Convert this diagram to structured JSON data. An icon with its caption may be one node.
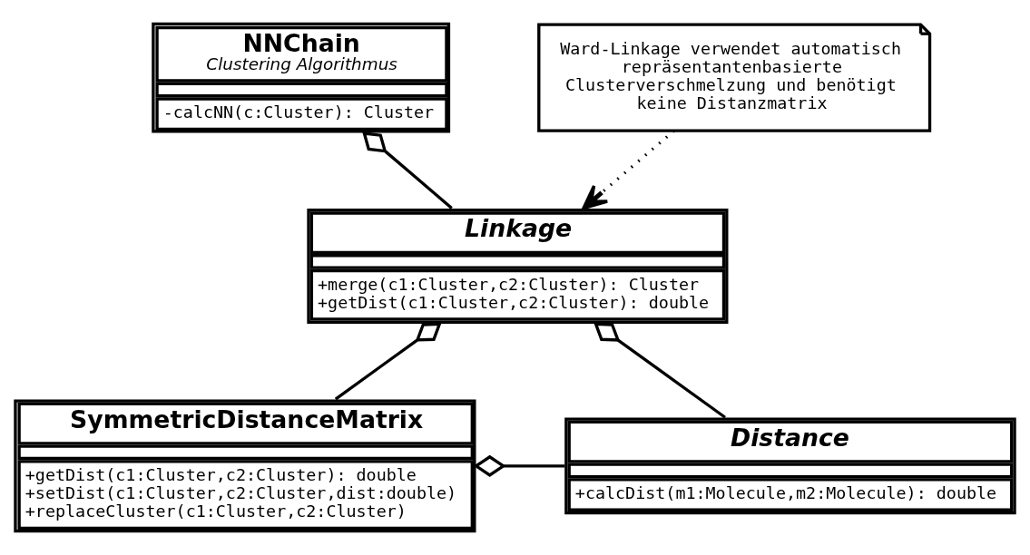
{
  "diagram": {
    "nodes": [
      {
        "text": [
          "NNChain",
          "Clustering Algorithmus",
          "-calcNN(c:Cluster): Cluster"
        ]
      },
      {
        "text": [
          "Ward-Linkage verwendet automatisch repräsentantenbasierte Clusterverschmelzung und benötigt keine Distanzmatrix"
        ]
      },
      {
        "text": [
          "Linkage",
          "+merge(c1:Cluster,c2:Cluster): Cluster",
          "+getDist(c1:Cluster,c2:Cluster): double"
        ]
      },
      {
        "text": [
          "SymmetricDistanceMatrix",
          "+getDist(c1:Cluster,c2:Cluster): double",
          "+setDist(c1:Cluster,c2:Cluster,dist:double)",
          "+replaceCluster(c1:Cluster,c2:Cluster)"
        ]
      },
      {
        "text": [
          "Distance",
          "+calcDist(m1:Molecule,m2:Molecule): double"
        ]
      }
    ],
    "edges": [
      {
        "from": 2,
        "to": 0,
        "arrow": "other"
      },
      {
        "from": 1,
        "to": 2,
        "arrow": "to",
        "style": "dashed"
      },
      {
        "from": 3,
        "to": 2,
        "arrow": "other"
      },
      {
        "from": 4,
        "to": 2,
        "arrow": "other"
      },
      {
        "from": 4,
        "to": 3,
        "arrow": "other"
      }
    ]
  }
}
